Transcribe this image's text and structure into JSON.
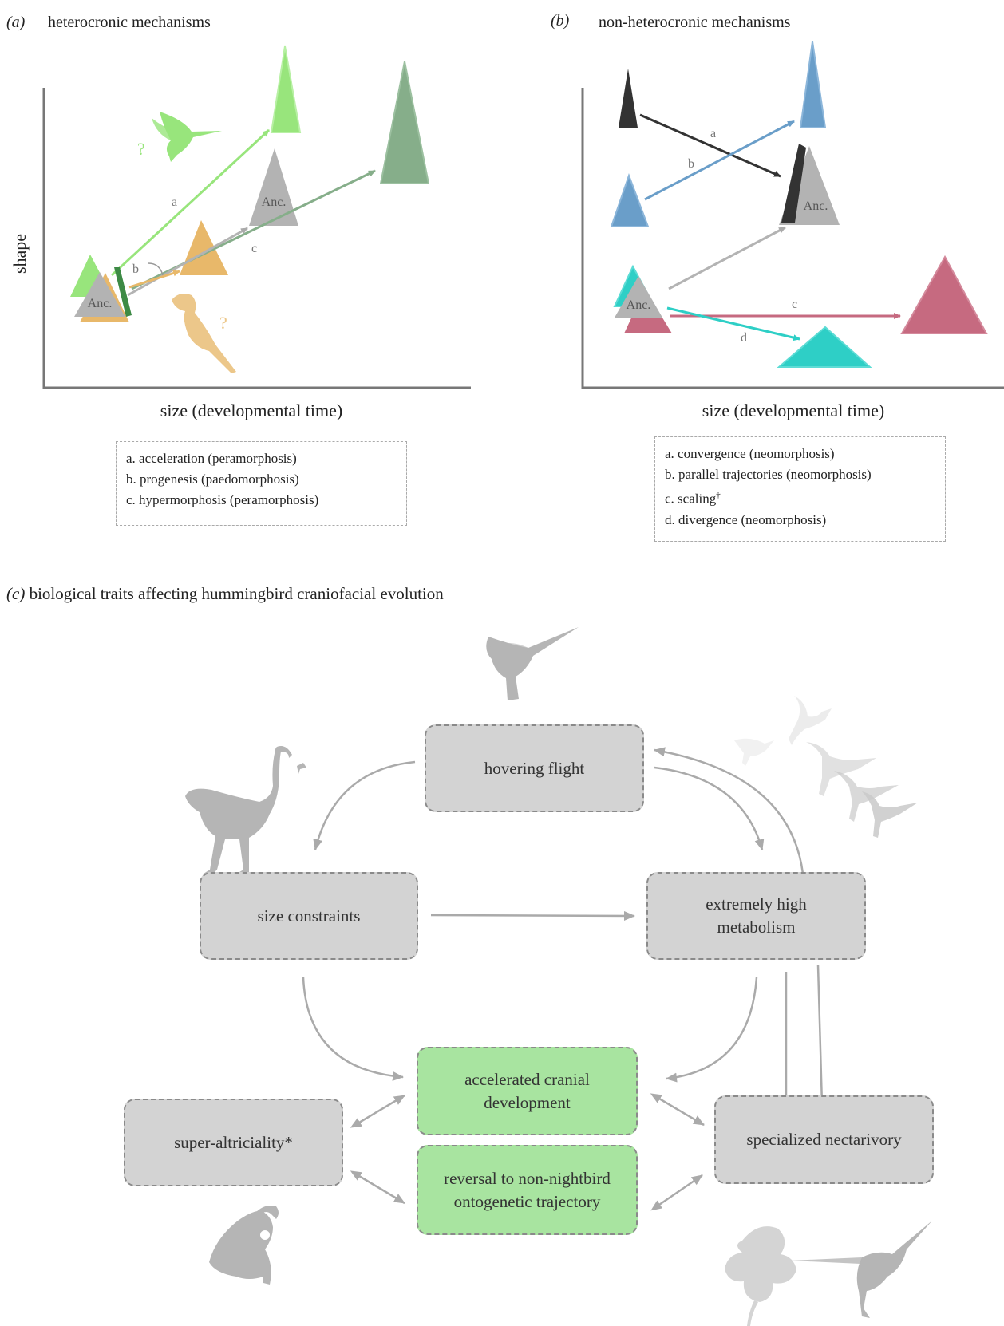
{
  "panel_a": {
    "label": "(a)",
    "title": "heterocronic mechanisms",
    "ylabel": "shape",
    "xlabel": "size (developmental time)",
    "anc_label": "Anc.",
    "arrow_letters": [
      "a",
      "b",
      "c"
    ],
    "question_mark": "?",
    "legend": [
      "a. acceleration (peramorphosis)",
      "b. progenesis (paedomorphosis)",
      "c. hypermorphosis (peramorphosis)"
    ],
    "colors": {
      "light_green": "#98e57c",
      "dark_green": "#86ae8a",
      "orange": "#e8b86a",
      "grey": "#b3b3b3"
    }
  },
  "panel_b": {
    "label": "(b)",
    "title": "non-heterocronic mechanisms",
    "xlabel": "size (developmental time)",
    "anc_label": "Anc.",
    "arrow_letters": [
      "a",
      "b",
      "c",
      "d"
    ],
    "legend": [
      "a. convergence (neomorphosis)",
      "b. parallel trajectories (neomorphosis)",
      "c. scaling",
      "d. divergence (neomorphosis)"
    ],
    "legend_c_superscript": "†",
    "colors": {
      "black": "#333333",
      "blue": "#6a9ec9",
      "teal": "#2ecfc6",
      "pink": "#c66a80",
      "grey": "#b3b3b3"
    }
  },
  "panel_c": {
    "title_label": "(c)",
    "title": "biological traits affecting hummingbird craniofacial evolution",
    "nodes": {
      "hovering_flight": "hovering flight",
      "size_constraints": "size constraints",
      "high_metabolism": "extremely high metabolism",
      "accelerated_cranial": "accelerated cranial development",
      "reversal": "reversal to non-nightbird ontogenetic trajectory",
      "super_altriciality": "super-altriciality*",
      "nectarivory": "specialized nectarivory"
    },
    "colors": {
      "node_grey": "#d3d3d3",
      "node_green": "#a8e4a0",
      "arrow": "#aaaaaa",
      "silhouette": "#b5b5b5"
    }
  }
}
